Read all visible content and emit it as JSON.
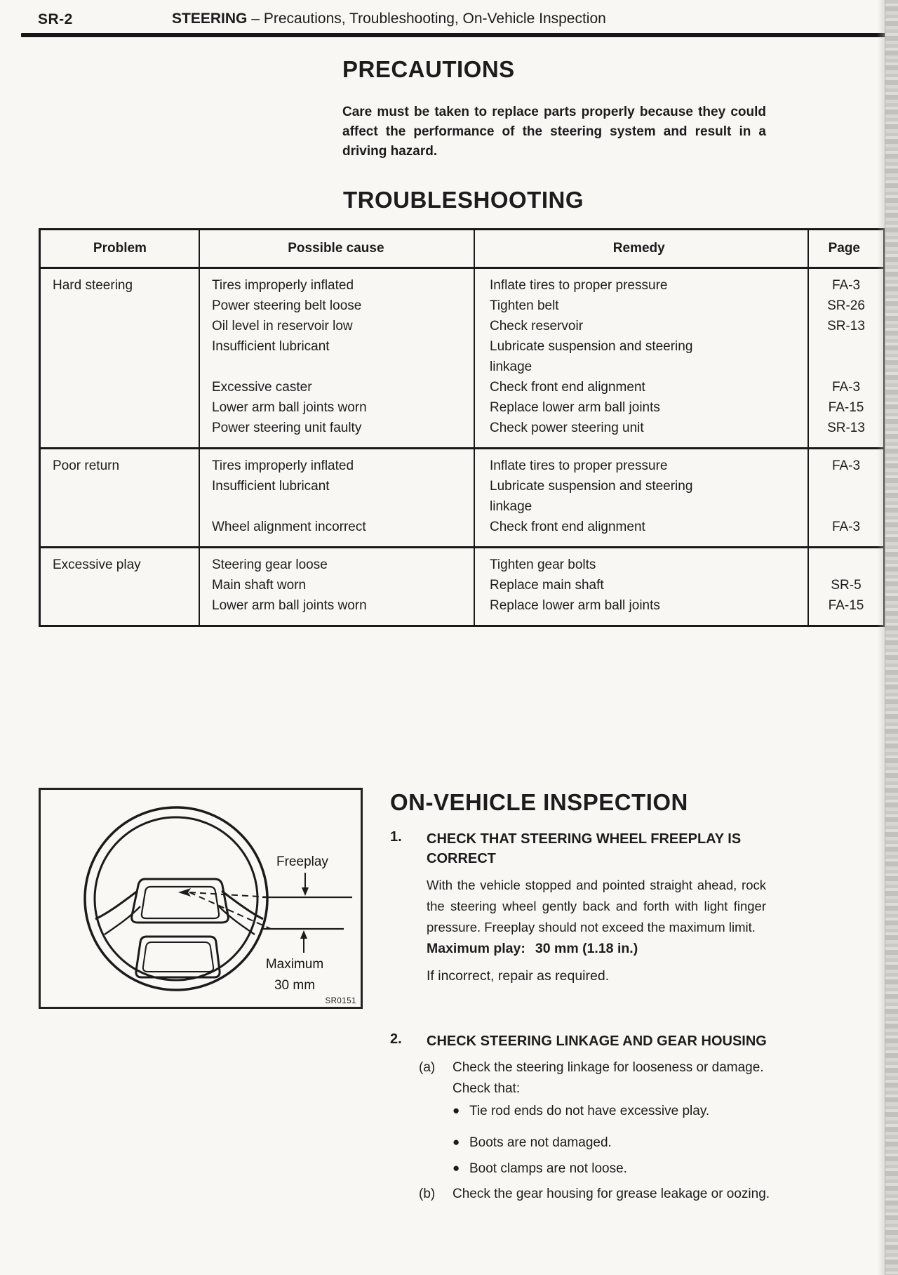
{
  "colors": {
    "ink": "#1c1c1c",
    "paper": "#f8f7f4"
  },
  "header": {
    "page_number": "SR-2",
    "section": "STEERING",
    "subtitle": "– Precautions, Troubleshooting, On-Vehicle Inspection"
  },
  "precautions": {
    "title": "PRECAUTIONS",
    "body": "Care must be taken to replace parts properly because they could affect the performance of the steering system and result in a driving hazard."
  },
  "troubleshooting": {
    "title": "TROUBLESHOOTING",
    "table": {
      "headers": [
        "Problem",
        "Possible cause",
        "Remedy",
        "Page"
      ],
      "rows": [
        {
          "problem": "Hard steering",
          "items": [
            {
              "cause": "Tires improperly inflated",
              "remedy": "Inflate tires to proper pressure",
              "page": "FA-3"
            },
            {
              "cause": "Power steering belt loose",
              "remedy": "Tighten belt",
              "page": "SR-26"
            },
            {
              "cause": "Oil level in reservoir low",
              "remedy": "Check reservoir",
              "page": "SR-13"
            },
            {
              "cause": "Insufficient lubricant",
              "remedy": "Lubricate suspension and steering linkage",
              "page": ""
            },
            {
              "cause": "Excessive caster",
              "remedy": "Check front end alignment",
              "page": "FA-3"
            },
            {
              "cause": "Lower arm ball joints worn",
              "remedy": "Replace lower arm ball joints",
              "page": "FA-15"
            },
            {
              "cause": "Power steering unit faulty",
              "remedy": "Check power steering unit",
              "page": "SR-13"
            }
          ]
        },
        {
          "problem": "Poor return",
          "items": [
            {
              "cause": "Tires improperly inflated",
              "remedy": "Inflate tires to proper pressure",
              "page": "FA-3"
            },
            {
              "cause": "Insufficient lubricant",
              "remedy": "Lubricate suspension and steering linkage",
              "page": ""
            },
            {
              "cause": "Wheel alignment incorrect",
              "remedy": "Check front end alignment",
              "page": "FA-3"
            }
          ]
        },
        {
          "problem": "Excessive play",
          "items": [
            {
              "cause": "Steering gear loose",
              "remedy": "Tighten gear bolts",
              "page": ""
            },
            {
              "cause": "Main shaft worn",
              "remedy": "Replace main shaft",
              "page": "SR-5"
            },
            {
              "cause": "Lower arm ball joints worn",
              "remedy": "Replace lower arm ball joints",
              "page": "FA-15"
            }
          ]
        }
      ]
    }
  },
  "figure": {
    "label_freeplay": "Freeplay",
    "label_maximum_line1": "Maximum",
    "label_maximum_line2": "30 mm",
    "code": "SR0151"
  },
  "inspection": {
    "title": "ON-VEHICLE INSPECTION",
    "item1": {
      "number": "1.",
      "heading": "CHECK THAT STEERING WHEEL FREEPLAY IS CORRECT",
      "body": "With the vehicle stopped and pointed straight ahead, rock the steering wheel gently back and forth with light finger pressure. Freeplay should not exceed the maximum limit.",
      "spec_label": "Maximum play:",
      "spec_value": "30 mm (1.18 in.)",
      "note": "If incorrect, repair as required."
    },
    "item2": {
      "number": "2.",
      "heading": "CHECK STEERING LINKAGE AND GEAR HOUSING",
      "a_label": "(a)",
      "a_text": "Check the steering linkage for looseness or damage. Check that:",
      "bullets": [
        "Tie rod ends do not have excessive play.",
        "Boots are not damaged.",
        "Boot clamps are not loose."
      ],
      "b_label": "(b)",
      "b_text": "Check the gear housing for grease leakage or oozing."
    }
  }
}
